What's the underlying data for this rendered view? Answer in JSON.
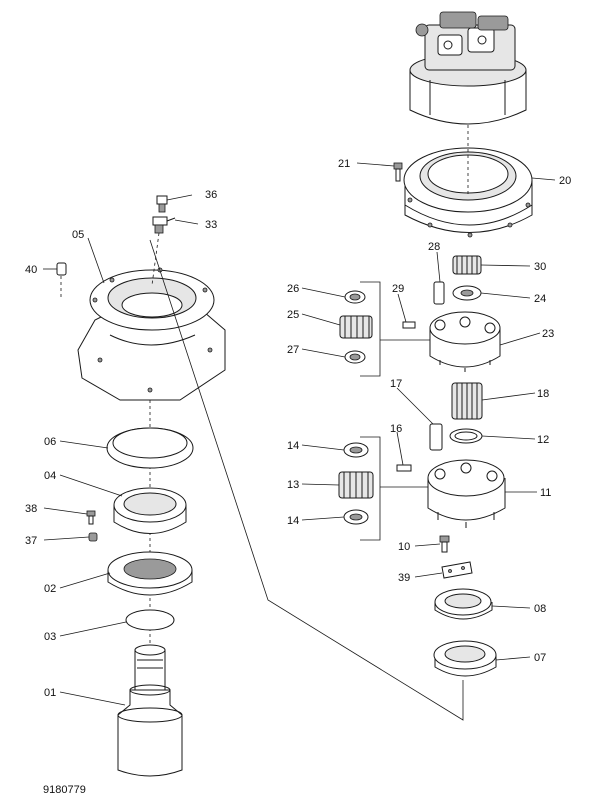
{
  "figure_number": "9180779",
  "part_labels": {
    "p01": "01",
    "p02": "02",
    "p03": "03",
    "p04": "04",
    "p05": "05",
    "p06": "06",
    "p07": "07",
    "p08": "08",
    "p10": "10",
    "p11": "11",
    "p12": "12",
    "p13": "13",
    "p14a": "14",
    "p14b": "14",
    "p16": "16",
    "p17": "17",
    "p18": "18",
    "p20": "20",
    "p21": "21",
    "p23": "23",
    "p24": "24",
    "p25": "25",
    "p26": "26",
    "p27": "27",
    "p28": "28",
    "p29": "29",
    "p30": "30",
    "p33": "33",
    "p36": "36",
    "p37": "37",
    "p38": "38",
    "p39": "39",
    "p40": "40"
  }
}
